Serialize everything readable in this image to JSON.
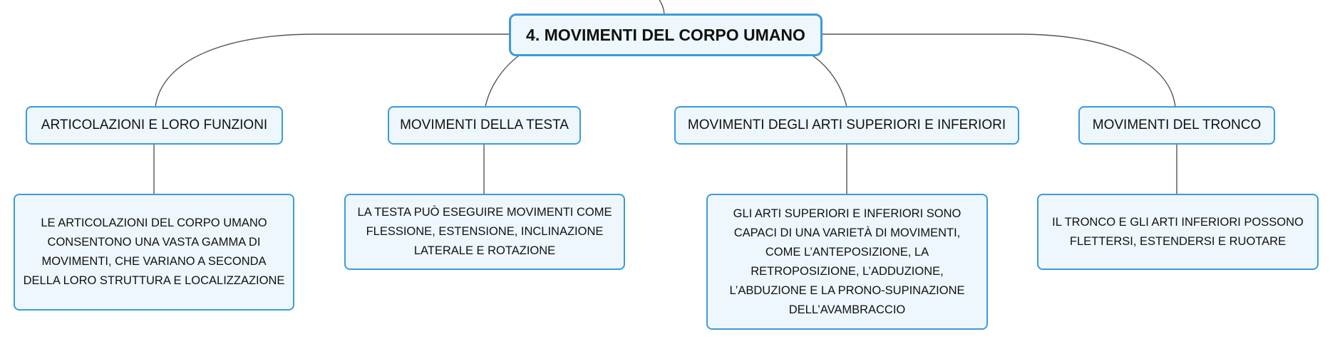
{
  "root": {
    "label": "4. MOVIMENTI DEL CORPO UMANO"
  },
  "topics": [
    {
      "label": "ARTICOLAZIONI E LORO FUNZIONI",
      "detail": "LE ARTICOLAZIONI DEL CORPO UMANO CONSENTONO UNA VASTA GAMMA DI MOVIMENTI, CHE VARIANO A SECONDA DELLA LORO STRUTTURA E LOCALIZZAZIONE"
    },
    {
      "label": "MOVIMENTI DELLA TESTA",
      "detail": "LA TESTA PUÒ ESEGUIRE MOVIMENTI COME FLESSIONE, ESTENSIONE, INCLINAZIONE LATERALE E ROTAZIONE"
    },
    {
      "label": "MOVIMENTI DEGLI ARTI SUPERIORI E INFERIORI",
      "detail": "GLI ARTI SUPERIORI E INFERIORI SONO CAPACI DI UNA VARIETÀ DI MOVIMENTI, COME L’ANTEPOSIZIONE, LA RETROPOSIZIONE, L’ADDUZIONE, L’ABDUZIONE E LA PRONO-SUPINAZIONE DELL’AVAMBRACCIO"
    },
    {
      "label": "MOVIMENTI DEL TRONCO",
      "detail": "IL TRONCO E GLI ARTI INFERIORI POSSONO FLETTERSI, ESTENDERSI E RUOTARE"
    }
  ]
}
